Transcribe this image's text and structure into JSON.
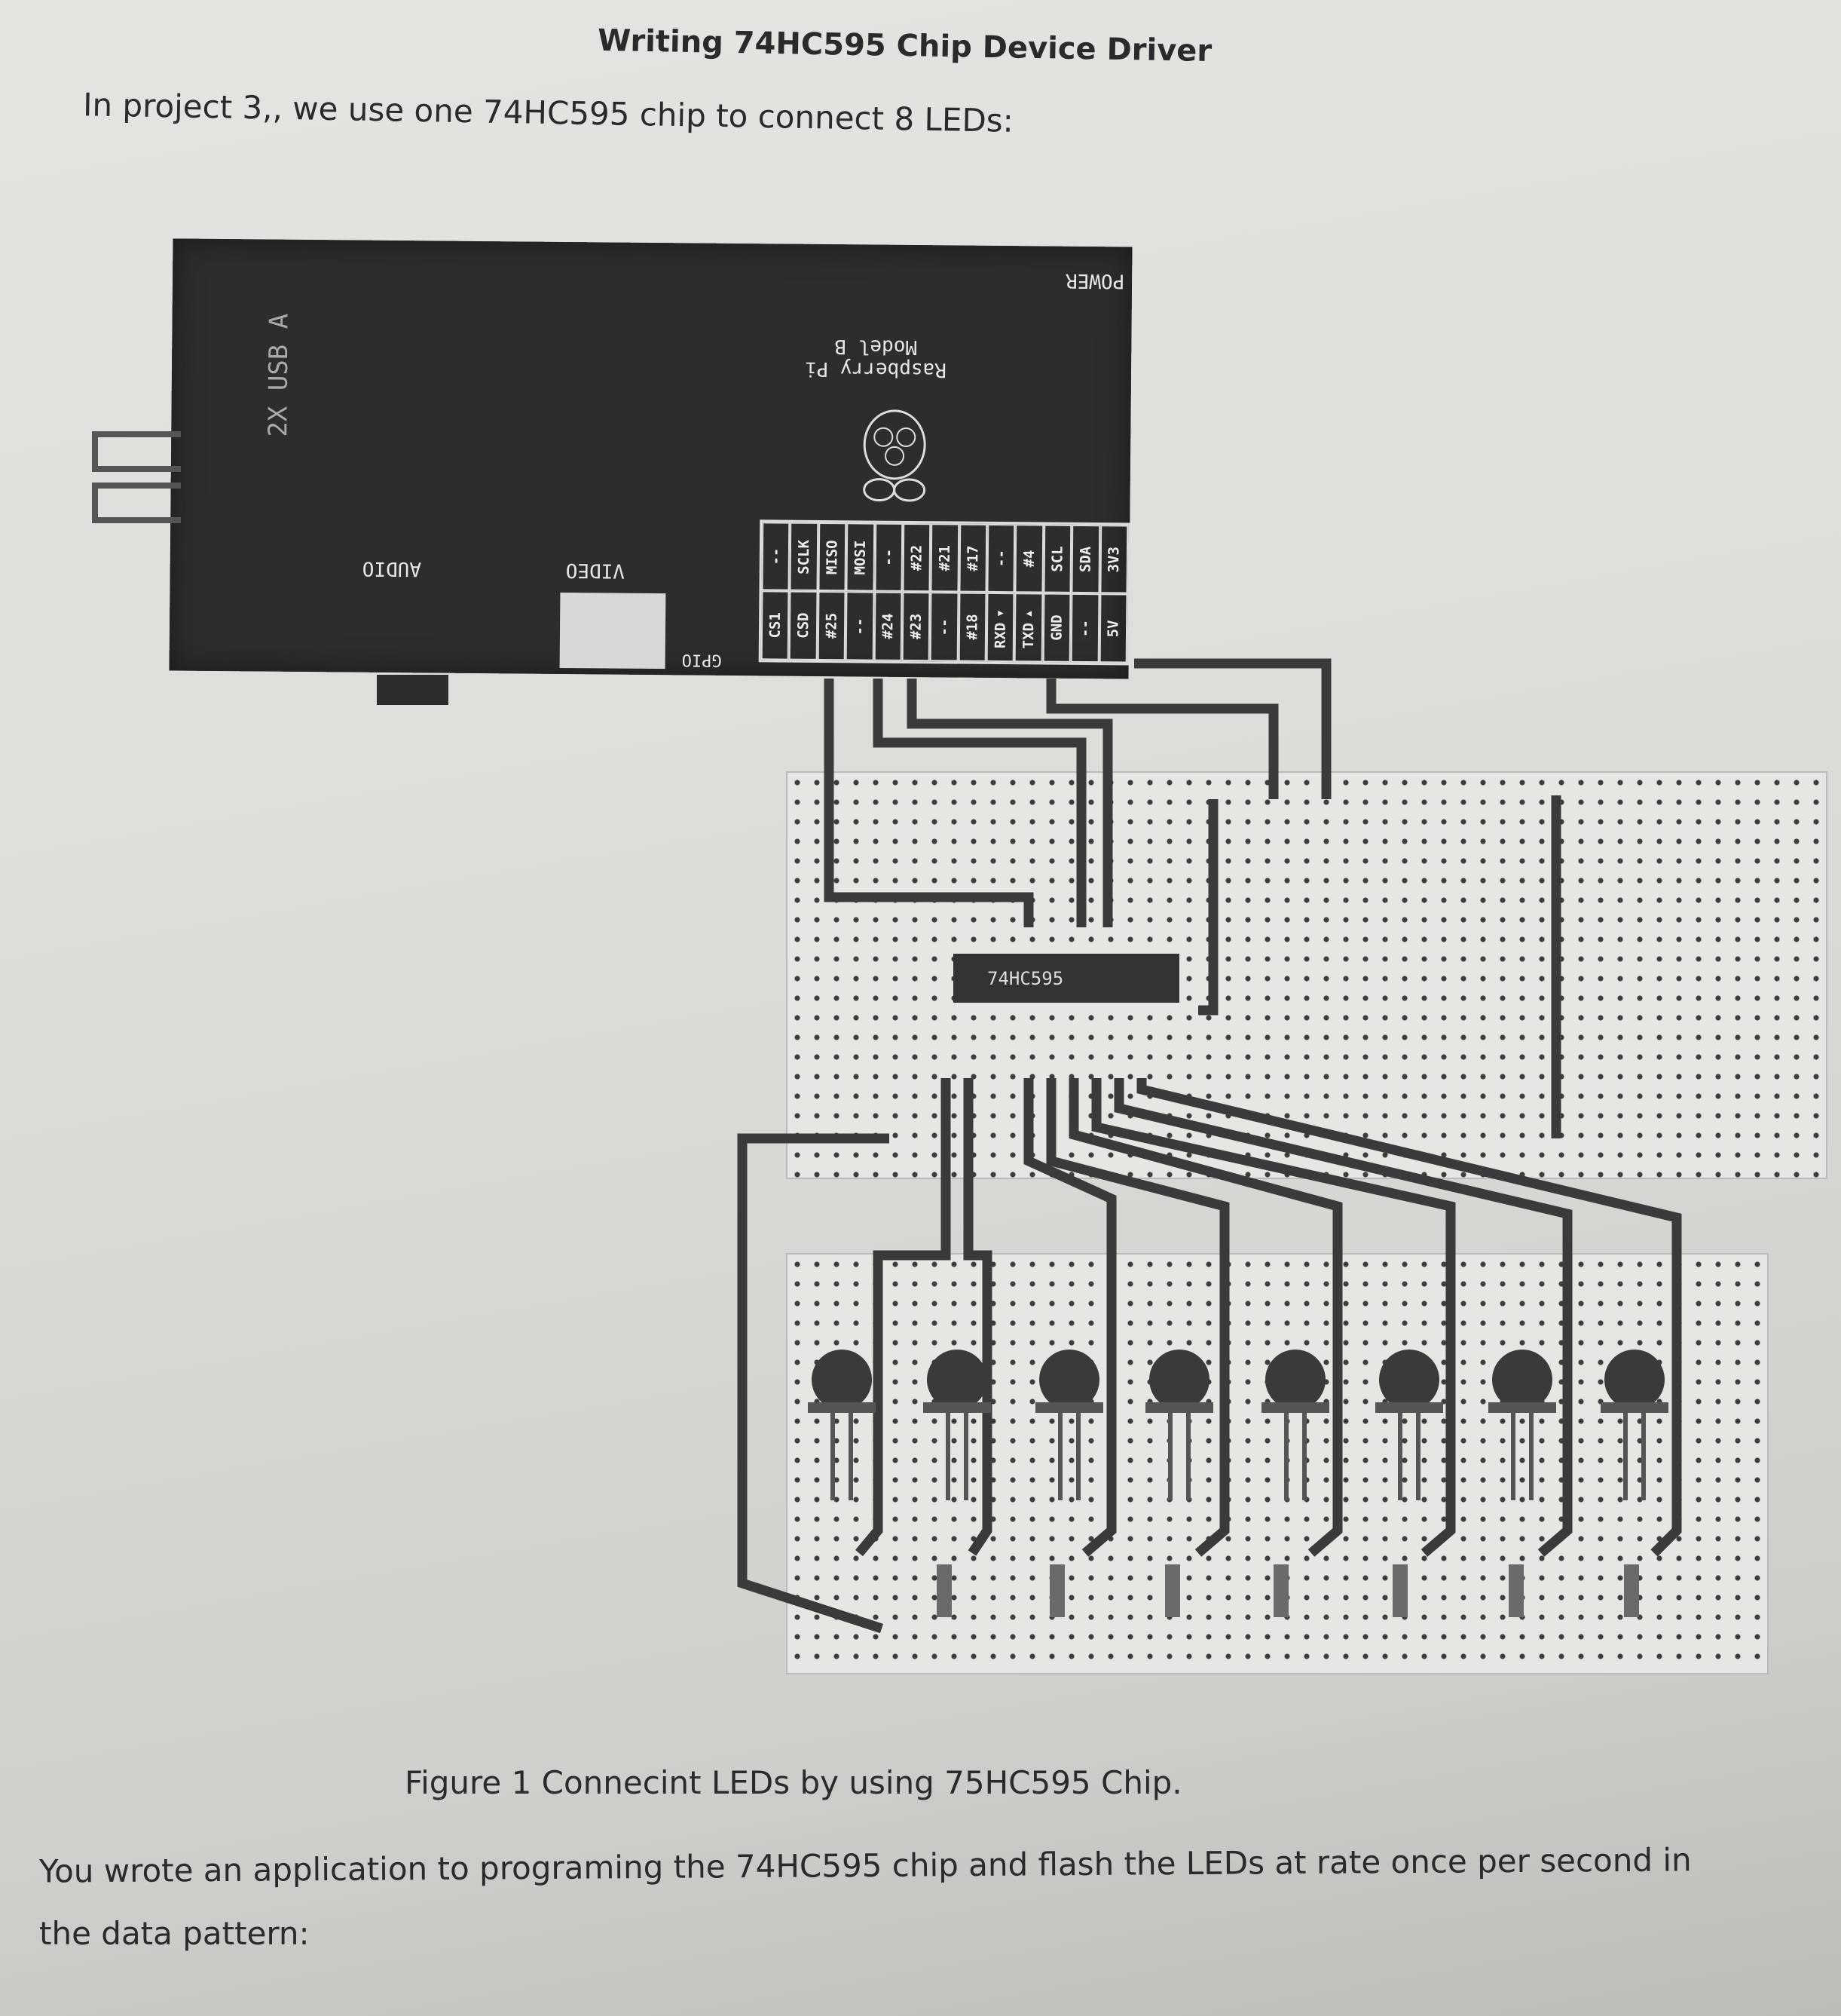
{
  "document": {
    "title": "Writing 74HC595 Chip Device Driver",
    "intro": "In project 3,, we use one 74HC595 chip to connect 8 LEDs:",
    "caption": "Figure 1   Connecint LEDs by using 75HC595 Chip.",
    "body_line1": "You wrote an application to programing the 74HC595 chip and flash the LEDs at rate once per second in",
    "body_line2": "the data pattern:"
  },
  "figure": {
    "board": {
      "power_label": "POWER",
      "name_line1": "Raspberry Pi",
      "name_line2": "Model B",
      "usb_label": "2X USB A",
      "audio_label": "AUDIO",
      "video_label": "VIDEO",
      "gpio_label": "GPIO",
      "gpio_row_odd": [
        "3V3",
        "SDA",
        "SCL",
        "#4",
        "--",
        "#17",
        "#21",
        "#22",
        "--",
        "MOSI",
        "MISO",
        "SCLK",
        "--"
      ],
      "gpio_row_even": [
        "5V",
        "--",
        "GND",
        "TXD▸",
        "RXD◂",
        "#18",
        "--",
        "#23",
        "#24",
        "--",
        "#25",
        "CSD",
        "CS1"
      ]
    },
    "chip_label": "74HC595",
    "led_count": 8,
    "resistor_count": 7
  }
}
